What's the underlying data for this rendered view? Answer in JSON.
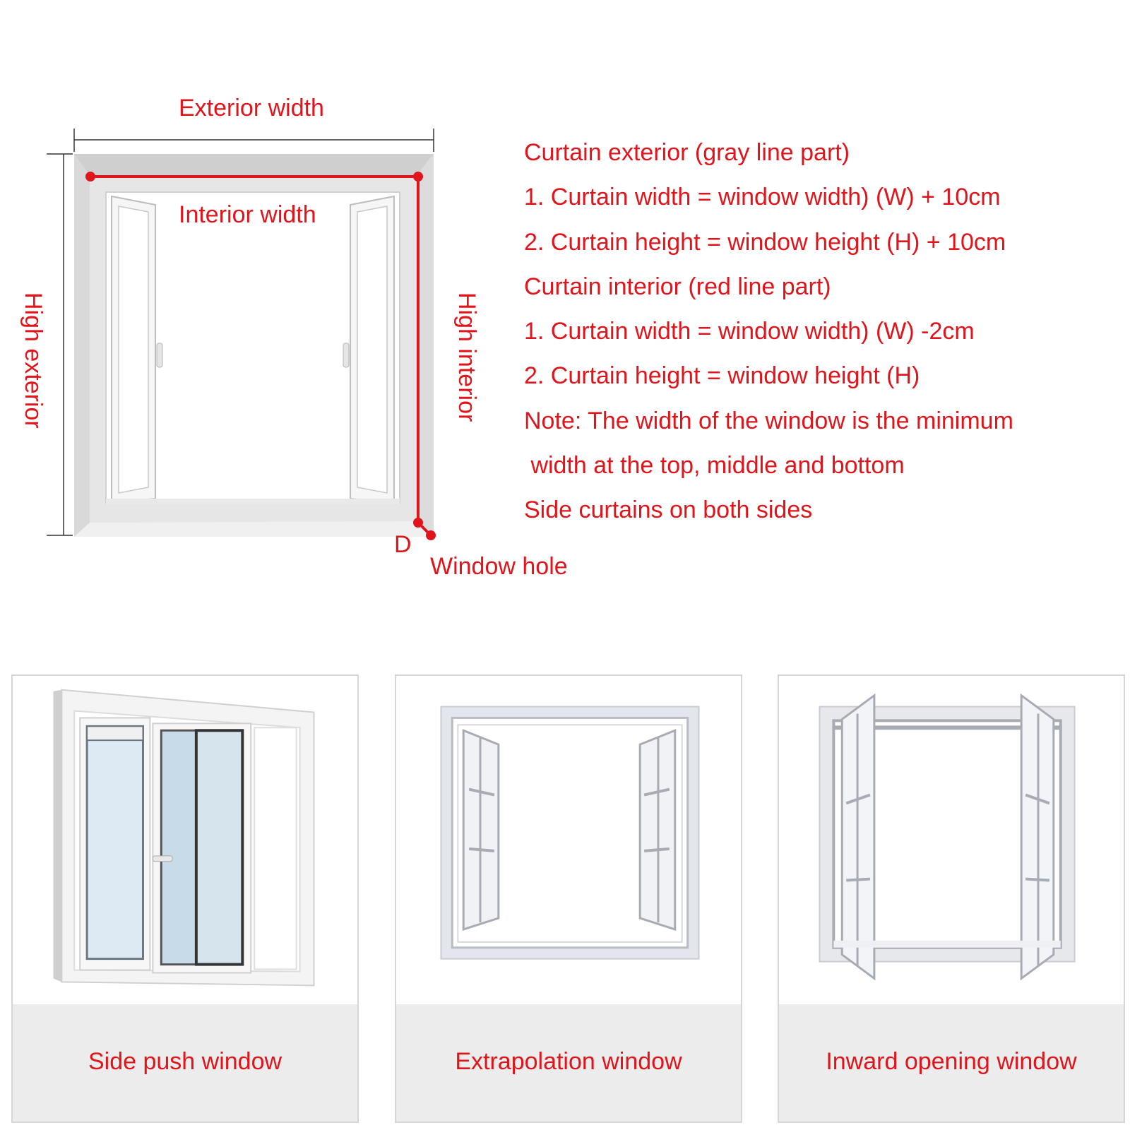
{
  "diagram": {
    "exterior_width": "Exterior width",
    "interior_width": "Interior width",
    "high_exterior": "High exterior",
    "high_interior": "High interior",
    "point_label": "D",
    "window_hole": "Window hole"
  },
  "instructions": [
    "Curtain exterior (gray line part)",
    "1. Curtain width = window width) (W) + 10cm",
    "2. Curtain height = window height (H) + 10cm",
    "Curtain interior (red line part)",
    "1. Curtain width = window width) (W) -2cm",
    "2. Curtain height = window height (H)",
    "Note: The width of the window is the minimum",
    " width at the top, middle and bottom",
    "Side curtains on both sides"
  ],
  "window_types": [
    {
      "label": "Side push window",
      "icon": "sliding-window-icon"
    },
    {
      "label": "Extrapolation window",
      "icon": "outward-casement-window-icon"
    },
    {
      "label": "Inward opening window",
      "icon": "inward-casement-window-icon"
    }
  ],
  "colors": {
    "accent_red": "#e0151b",
    "frame_gray": "#d9d9d9",
    "caption_band": "#ececec"
  }
}
